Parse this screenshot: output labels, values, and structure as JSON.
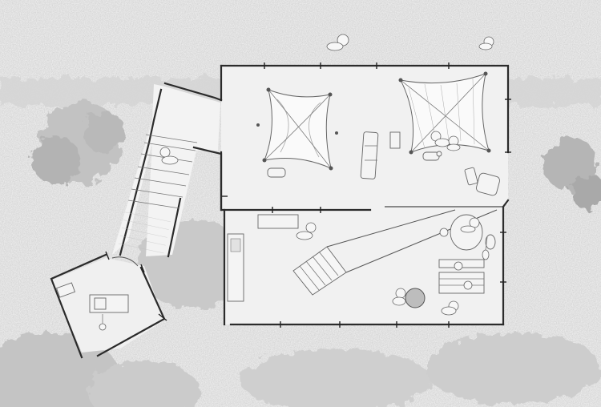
{
  "drawing": {
    "type": "architectural site plan",
    "text_labels": []
  },
  "colors": {
    "ground": "#ececec",
    "vegetation": "#c7c7c7",
    "vegetation_dark": "#a9a9a9",
    "deck": "#f0f0f0",
    "walls": "#2b2b2b",
    "furniture": "#f4f4f4",
    "fabric": "#fafafa"
  },
  "elements": {
    "trees": [
      "tree-left",
      "tree-right",
      "shrub-bottom-left",
      "shrub-bottom-center"
    ],
    "structures": [
      "main-deck",
      "pavilion-hexagon",
      "entry-bridge",
      "interior-stairs"
    ],
    "canopies": [
      "canopy-left",
      "canopy-right"
    ],
    "furniture": [
      "lounge-chair",
      "armchair",
      "bean-bag",
      "picnic-bench",
      "round-table",
      "kitchen-counter",
      "sink-counter",
      "desk"
    ],
    "people_count": 11
  }
}
